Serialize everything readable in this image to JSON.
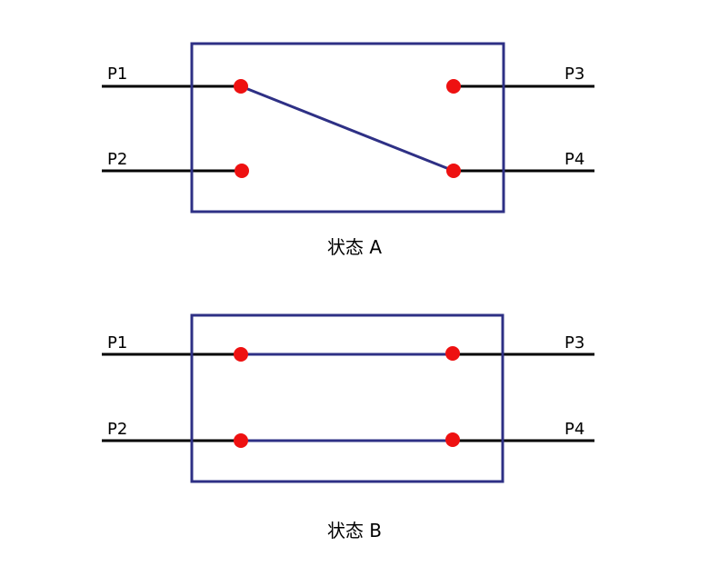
{
  "colors": {
    "box": "#2e3085",
    "wire": "#000000",
    "node": "#ee1111",
    "link": "#2e3085"
  },
  "state_a": {
    "caption": "状态 A",
    "ports": {
      "p1": "P1",
      "p2": "P2",
      "p3": "P3",
      "p4": "P4"
    }
  },
  "state_b": {
    "caption": "状态 B",
    "ports": {
      "p1": "P1",
      "p2": "P2",
      "p3": "P3",
      "p4": "P4"
    }
  }
}
